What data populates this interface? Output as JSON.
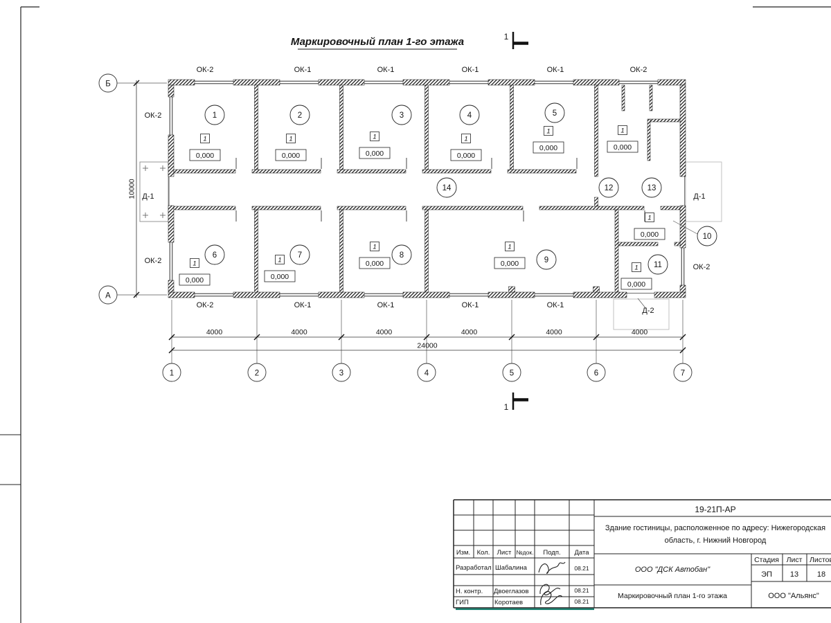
{
  "sheet": {
    "title": "Маркировочный план 1-го этажа"
  },
  "plan": {
    "rooms": [
      "1",
      "2",
      "3",
      "4",
      "5",
      "6",
      "7",
      "8",
      "9",
      "10",
      "11",
      "12",
      "13",
      "14"
    ],
    "elevation": {
      "mark": "1",
      "value": "0,000"
    },
    "windows": {
      "top": [
        "ОК-2",
        "ОК-1",
        "ОК-1",
        "ОК-1",
        "ОК-1",
        "ОК-2"
      ],
      "bottom": [
        "ОК-2",
        "ОК-1",
        "ОК-1",
        "ОК-1",
        "ОК-1"
      ],
      "left": [
        "ОК-2",
        "ОК-2"
      ],
      "right": [
        "ОК-2"
      ]
    },
    "doors": {
      "left": "Д-1",
      "right": "Д-1",
      "bottom": "Д-2"
    },
    "axes": {
      "cols": [
        "1",
        "2",
        "3",
        "4",
        "5",
        "6",
        "7"
      ],
      "rows": [
        "Б",
        "А"
      ]
    },
    "dims": {
      "bays": [
        "4000",
        "4000",
        "4000",
        "4000",
        "4000",
        "4000"
      ],
      "total": "24000",
      "depth": "10000"
    },
    "section": "1"
  },
  "titleblock": {
    "code": "19-21П-АР",
    "object_line1": "Здание гостиницы, расположенное по адресу: Нижегородская",
    "object_line2": "область, г. Нижний Новгород",
    "cols": {
      "izm": "Изм.",
      "kol": "Кол.",
      "list": "Лист",
      "doc": "№док.",
      "sign": "Подп.",
      "date": "Дата"
    },
    "rows": [
      {
        "role": "Разработал",
        "name": "Шабалина",
        "date": "08.21"
      },
      {
        "role": "Н. контр.",
        "name": "Двоеглазов",
        "date": "08.21"
      },
      {
        "role": "ГИП",
        "name": "Коротаев",
        "date": "08.21"
      }
    ],
    "contractor": "ООО \"ДСК Автобан\"",
    "stage_label": "Стадия",
    "sheet_label": "Лист",
    "sheets_label": "Листов",
    "stage": "ЭП",
    "sheet_no": "13",
    "sheets_total": "18",
    "doc_title": "Маркировочный план 1-го этажа",
    "customer": "ООО \"Альянс\""
  }
}
